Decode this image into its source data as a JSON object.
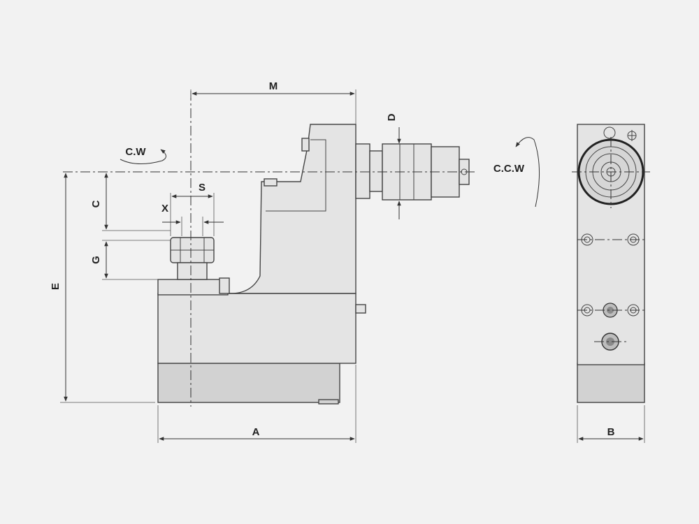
{
  "labels": {
    "M": "M",
    "D": "D",
    "C": "C",
    "S": "S",
    "X": "X",
    "G": "G",
    "E": "E",
    "A": "A",
    "B": "B"
  },
  "rotation": {
    "left": "C.W",
    "right": "C.C.W"
  },
  "colors": {
    "background": "#f2f2f2",
    "body": "#e4e4e4",
    "outline": "#444444"
  }
}
